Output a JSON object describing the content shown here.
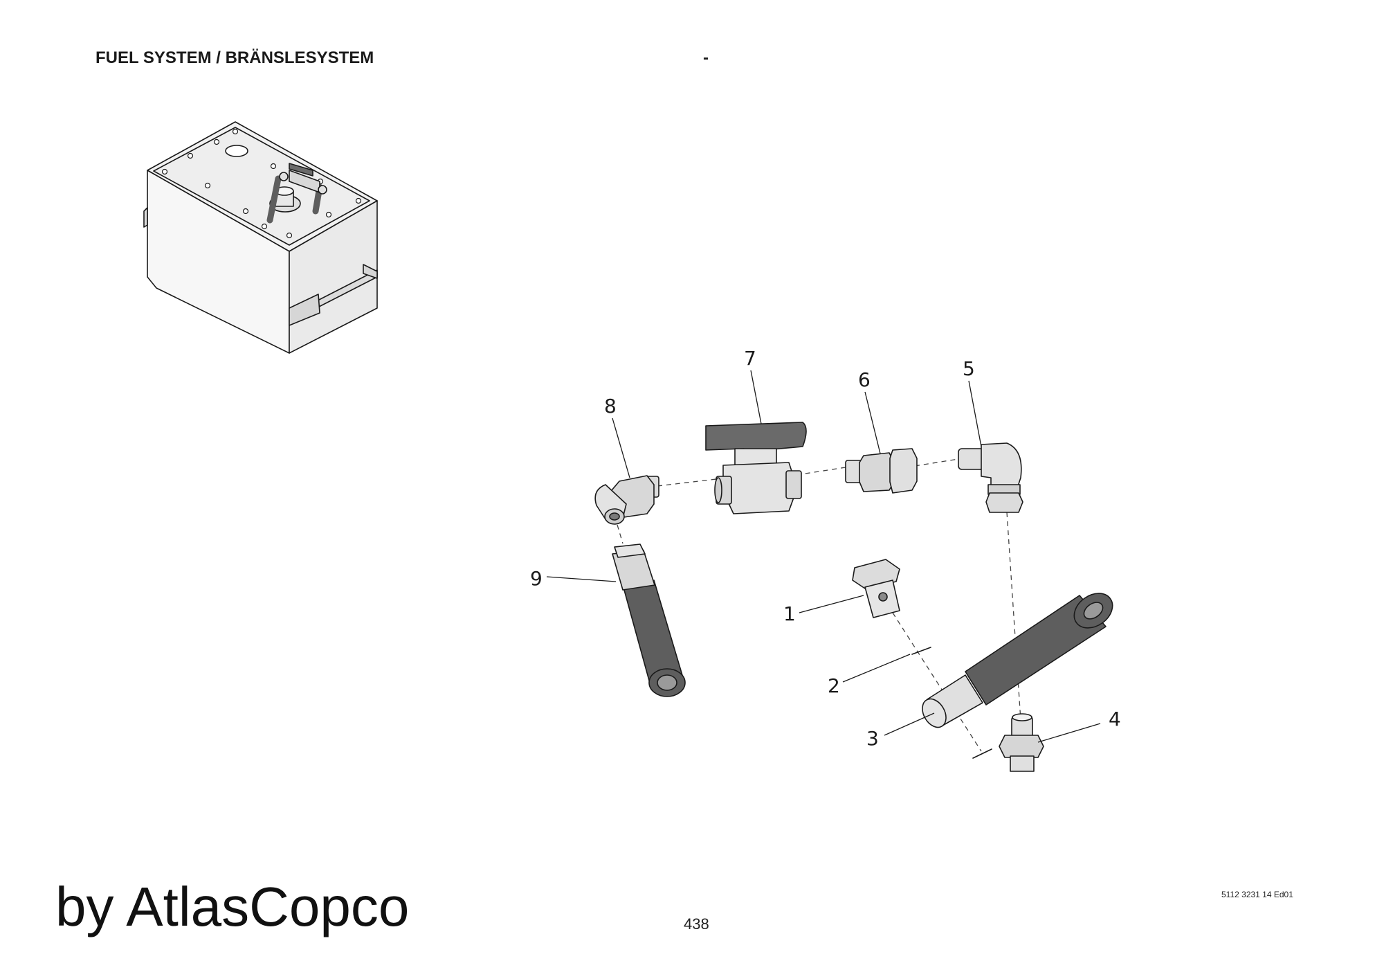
{
  "header": {
    "title": "FUEL SYSTEM / BRÄNSLESYSTEM",
    "separator": "-"
  },
  "diagram": {
    "callouts": [
      "1",
      "2",
      "3",
      "4",
      "5",
      "6",
      "7",
      "8",
      "9"
    ]
  },
  "footer": {
    "brand": "by AtlasCopco",
    "page_number": "438",
    "doc_code": "5112 3231 14 Ed01"
  },
  "colors": {
    "line": "#1a1a1a",
    "metal_light": "#e4e4e4",
    "metal_mid": "#cfcfcf",
    "hose": "#5e5e5e",
    "handle": "#6a6a6a"
  }
}
